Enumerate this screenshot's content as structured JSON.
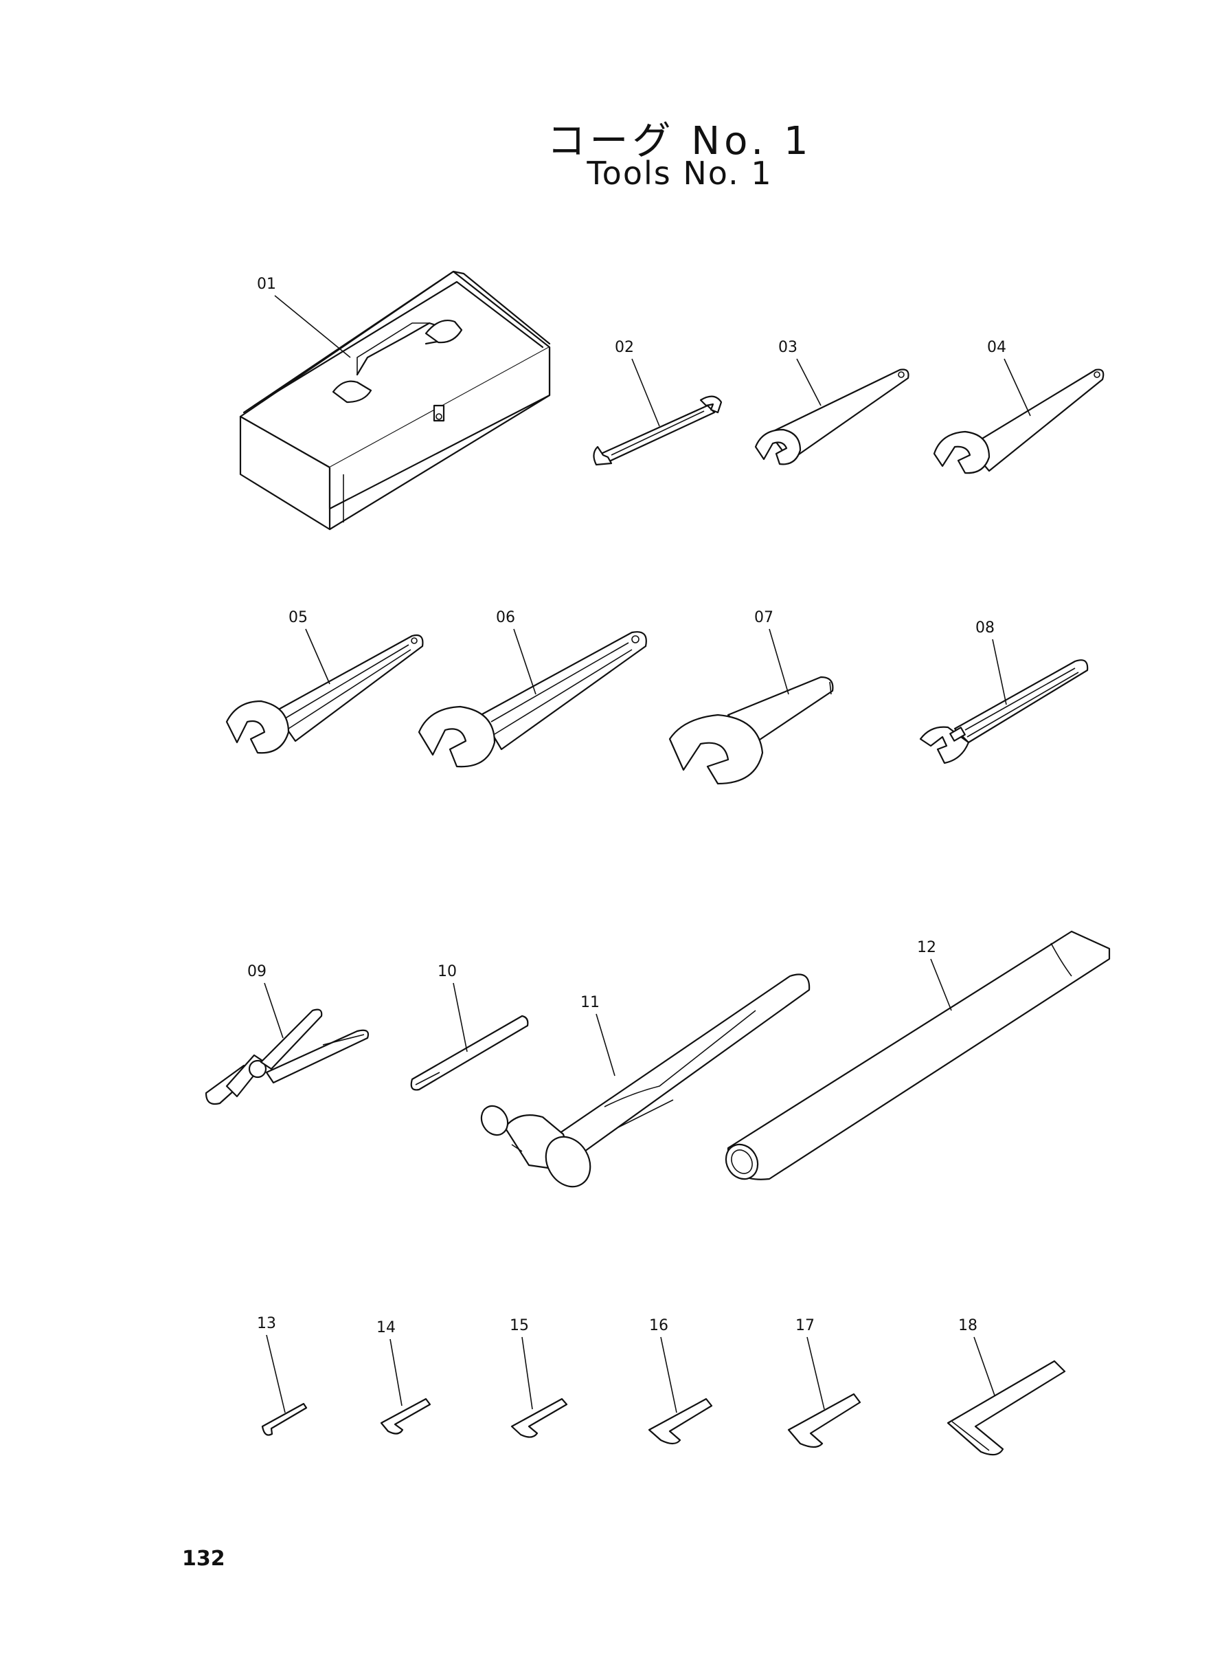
{
  "header": {
    "title_jp": "コーグ No. 1",
    "title_en": "Tools No. 1"
  },
  "parts": [
    {
      "id": "01",
      "icon": "toolbox-icon"
    },
    {
      "id": "02",
      "icon": "double-open-end-wrench-icon"
    },
    {
      "id": "03",
      "icon": "single-open-end-wrench-icon"
    },
    {
      "id": "04",
      "icon": "single-open-end-wrench-icon"
    },
    {
      "id": "05",
      "icon": "open-end-wrench-icon"
    },
    {
      "id": "06",
      "icon": "open-end-wrench-icon"
    },
    {
      "id": "07",
      "icon": "large-spanner-icon"
    },
    {
      "id": "08",
      "icon": "adjustable-wrench-icon"
    },
    {
      "id": "09",
      "icon": "pliers-icon"
    },
    {
      "id": "10",
      "icon": "screwdriver-icon"
    },
    {
      "id": "11",
      "icon": "ball-peen-hammer-icon"
    },
    {
      "id": "12",
      "icon": "extension-pipe-icon"
    },
    {
      "id": "13",
      "icon": "hex-key-icon"
    },
    {
      "id": "14",
      "icon": "hex-key-icon"
    },
    {
      "id": "15",
      "icon": "hex-key-icon"
    },
    {
      "id": "16",
      "icon": "hex-key-icon"
    },
    {
      "id": "17",
      "icon": "hex-key-icon"
    },
    {
      "id": "18",
      "icon": "hex-key-icon"
    }
  ],
  "footer": {
    "page_number": "132"
  }
}
